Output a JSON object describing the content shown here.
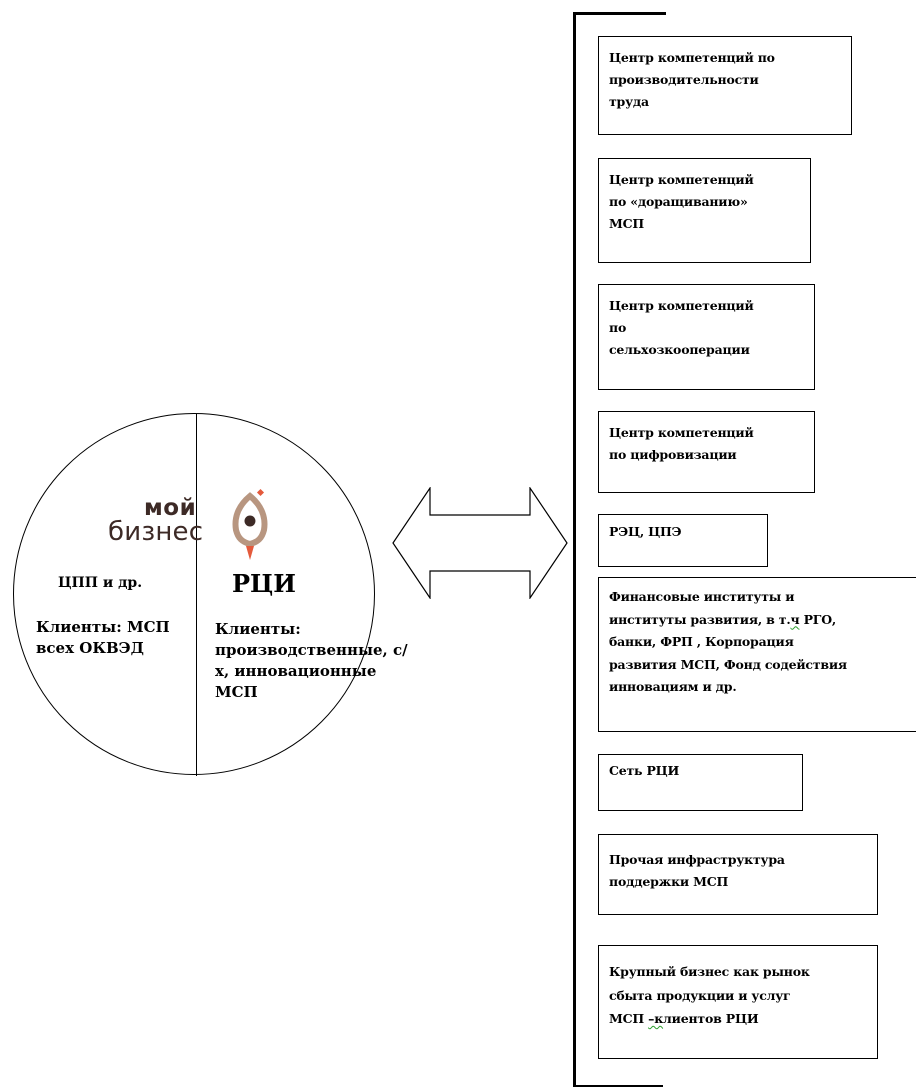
{
  "logo": {
    "line1": "мой",
    "line2": "бизнес",
    "brand_color": "#3d2a26",
    "accent_color": "#e45a3c",
    "icon": "rocket-icon"
  },
  "circle": {
    "left_title": "ЦПП и др.",
    "left_clients": "Клиенты: МСП всех ОКВЭД",
    "right_title": "РЦИ",
    "right_clients": "Клиенты: производственные, с/х, инновационные МСП"
  },
  "arrow": {
    "icon": "double-arrow-icon"
  },
  "boxes": [
    {
      "text": "Центр компетенций по\nпроизводительности\nтруда"
    },
    {
      "text": "Центр компетенций\nпо «доращиванию»\nМСП"
    },
    {
      "text": "Центр компетенций\nпо\nсельхозкооперации"
    },
    {
      "text": "Центр компетенций\nпо цифровизации"
    },
    {
      "text": "РЭЦ, ЦПЭ"
    },
    {
      "text_before": "Финансовые институты и\nинституты развития, в т.",
      "text_squiggle": "ч",
      "text_after": " РГО,\nбанки, ФРП , Корпорация\nразвития МСП, Фонд содействия\nинновациям и др."
    },
    {
      "text": "Сеть РЦИ"
    },
    {
      "text": "Прочая инфраструктура\nподдержки МСП"
    },
    {
      "text_before": "Крупный бизнес как рынок\nсбыта продукции и услуг\nМСП ",
      "text_squiggle": "–к",
      "text_after": "лиентов РЦИ"
    }
  ]
}
